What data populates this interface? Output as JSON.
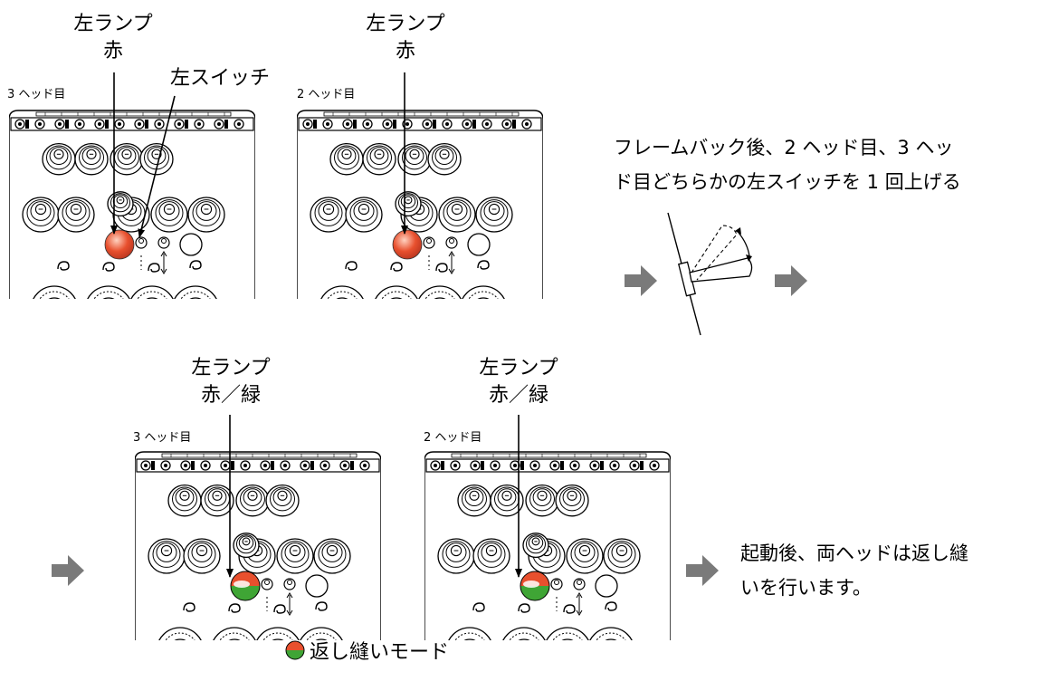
{
  "top_panels": [
    {
      "head_label": "3 ヘッド目",
      "lamp_label_line1": "左ランプ",
      "lamp_label_line2": "赤",
      "lamp_state": "red"
    },
    {
      "head_label": "2 ヘッド目",
      "lamp_label_line1": "左ランプ",
      "lamp_label_line2": "赤",
      "lamp_state": "red"
    }
  ],
  "switch_label": "左スイッチ",
  "instruction": {
    "line1": "フレームバック後、2 ヘッド目、3 ヘッ",
    "line2": "ド目どちらかの左スイッチを 1 回上げる"
  },
  "bottom_panels": [
    {
      "head_label": "3 ヘッド目",
      "lamp_label_line1": "左ランプ",
      "lamp_label_line2": "赤／緑",
      "lamp_state": "red-green"
    },
    {
      "head_label": "2 ヘッド目",
      "lamp_label_line1": "左ランプ",
      "lamp_label_line2": "赤／緑",
      "lamp_state": "red-green"
    }
  ],
  "result": {
    "line1": "起動後、両ヘッドは返し縫",
    "line2": "いを行います。"
  },
  "legend": {
    "icon": "red-green-lamp-icon",
    "label": "返し縫いモード"
  },
  "colors": {
    "lamp_red": "#e8502e",
    "lamp_green": "#3fa535",
    "arrow_gray": "#7a7a7a"
  }
}
